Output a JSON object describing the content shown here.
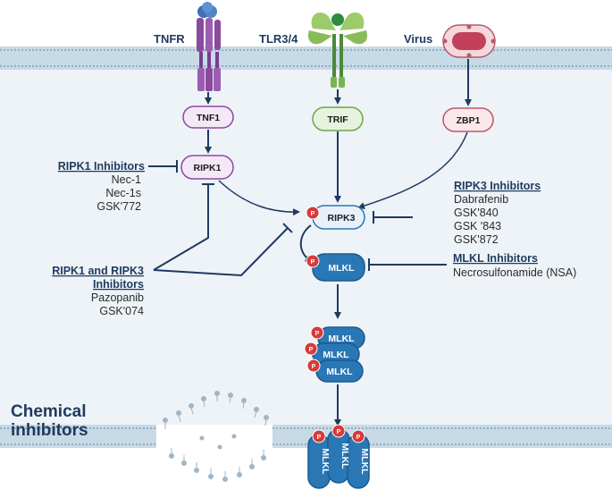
{
  "receptors": {
    "tnfr": "TNFR",
    "tlr": "TLR3/4",
    "virus": "Virus"
  },
  "nodes": {
    "tnf1": "TNF1",
    "trif": "TRIF",
    "zbp1": "ZBP1",
    "ripk1": "RIPK1",
    "ripk3": "RIPK3",
    "mlkl": "MLKL",
    "phospho": "P"
  },
  "inhibitors": {
    "ripk1": {
      "title": "RIPK1 Inhibitors",
      "items": [
        "Nec-1",
        "Nec-1s",
        "GSK'772"
      ]
    },
    "ripk3": {
      "title": "RIPK3 Inhibitors",
      "items": [
        "Dabrafenib",
        "GSK'840",
        "GSK '843",
        "GSK'872"
      ]
    },
    "dual": {
      "title_lines": [
        "RIPK1 and RIPK3",
        "Inhibitors"
      ],
      "items": [
        "Pazopanib",
        "GSK'074"
      ]
    },
    "mlkl": {
      "title": "MLKL Inhibitors",
      "items": [
        "Necrosulfonamide (NSA)"
      ]
    }
  },
  "caption_lines": [
    "Chemical",
    "inhibitors"
  ],
  "colors": {
    "membrane": "#c5d9e5",
    "cytoplasm": "#eef3f8",
    "navy": "#1f3a5f",
    "mlkl_fill": "#2a77b5",
    "phospho_red": "#d83a3a",
    "trif_fill": "#e5f3df",
    "zbp1_fill": "#fbe8ea",
    "ripk3_fill": "#e8f1fb",
    "ripk1_fill": "#f4e8f6"
  }
}
